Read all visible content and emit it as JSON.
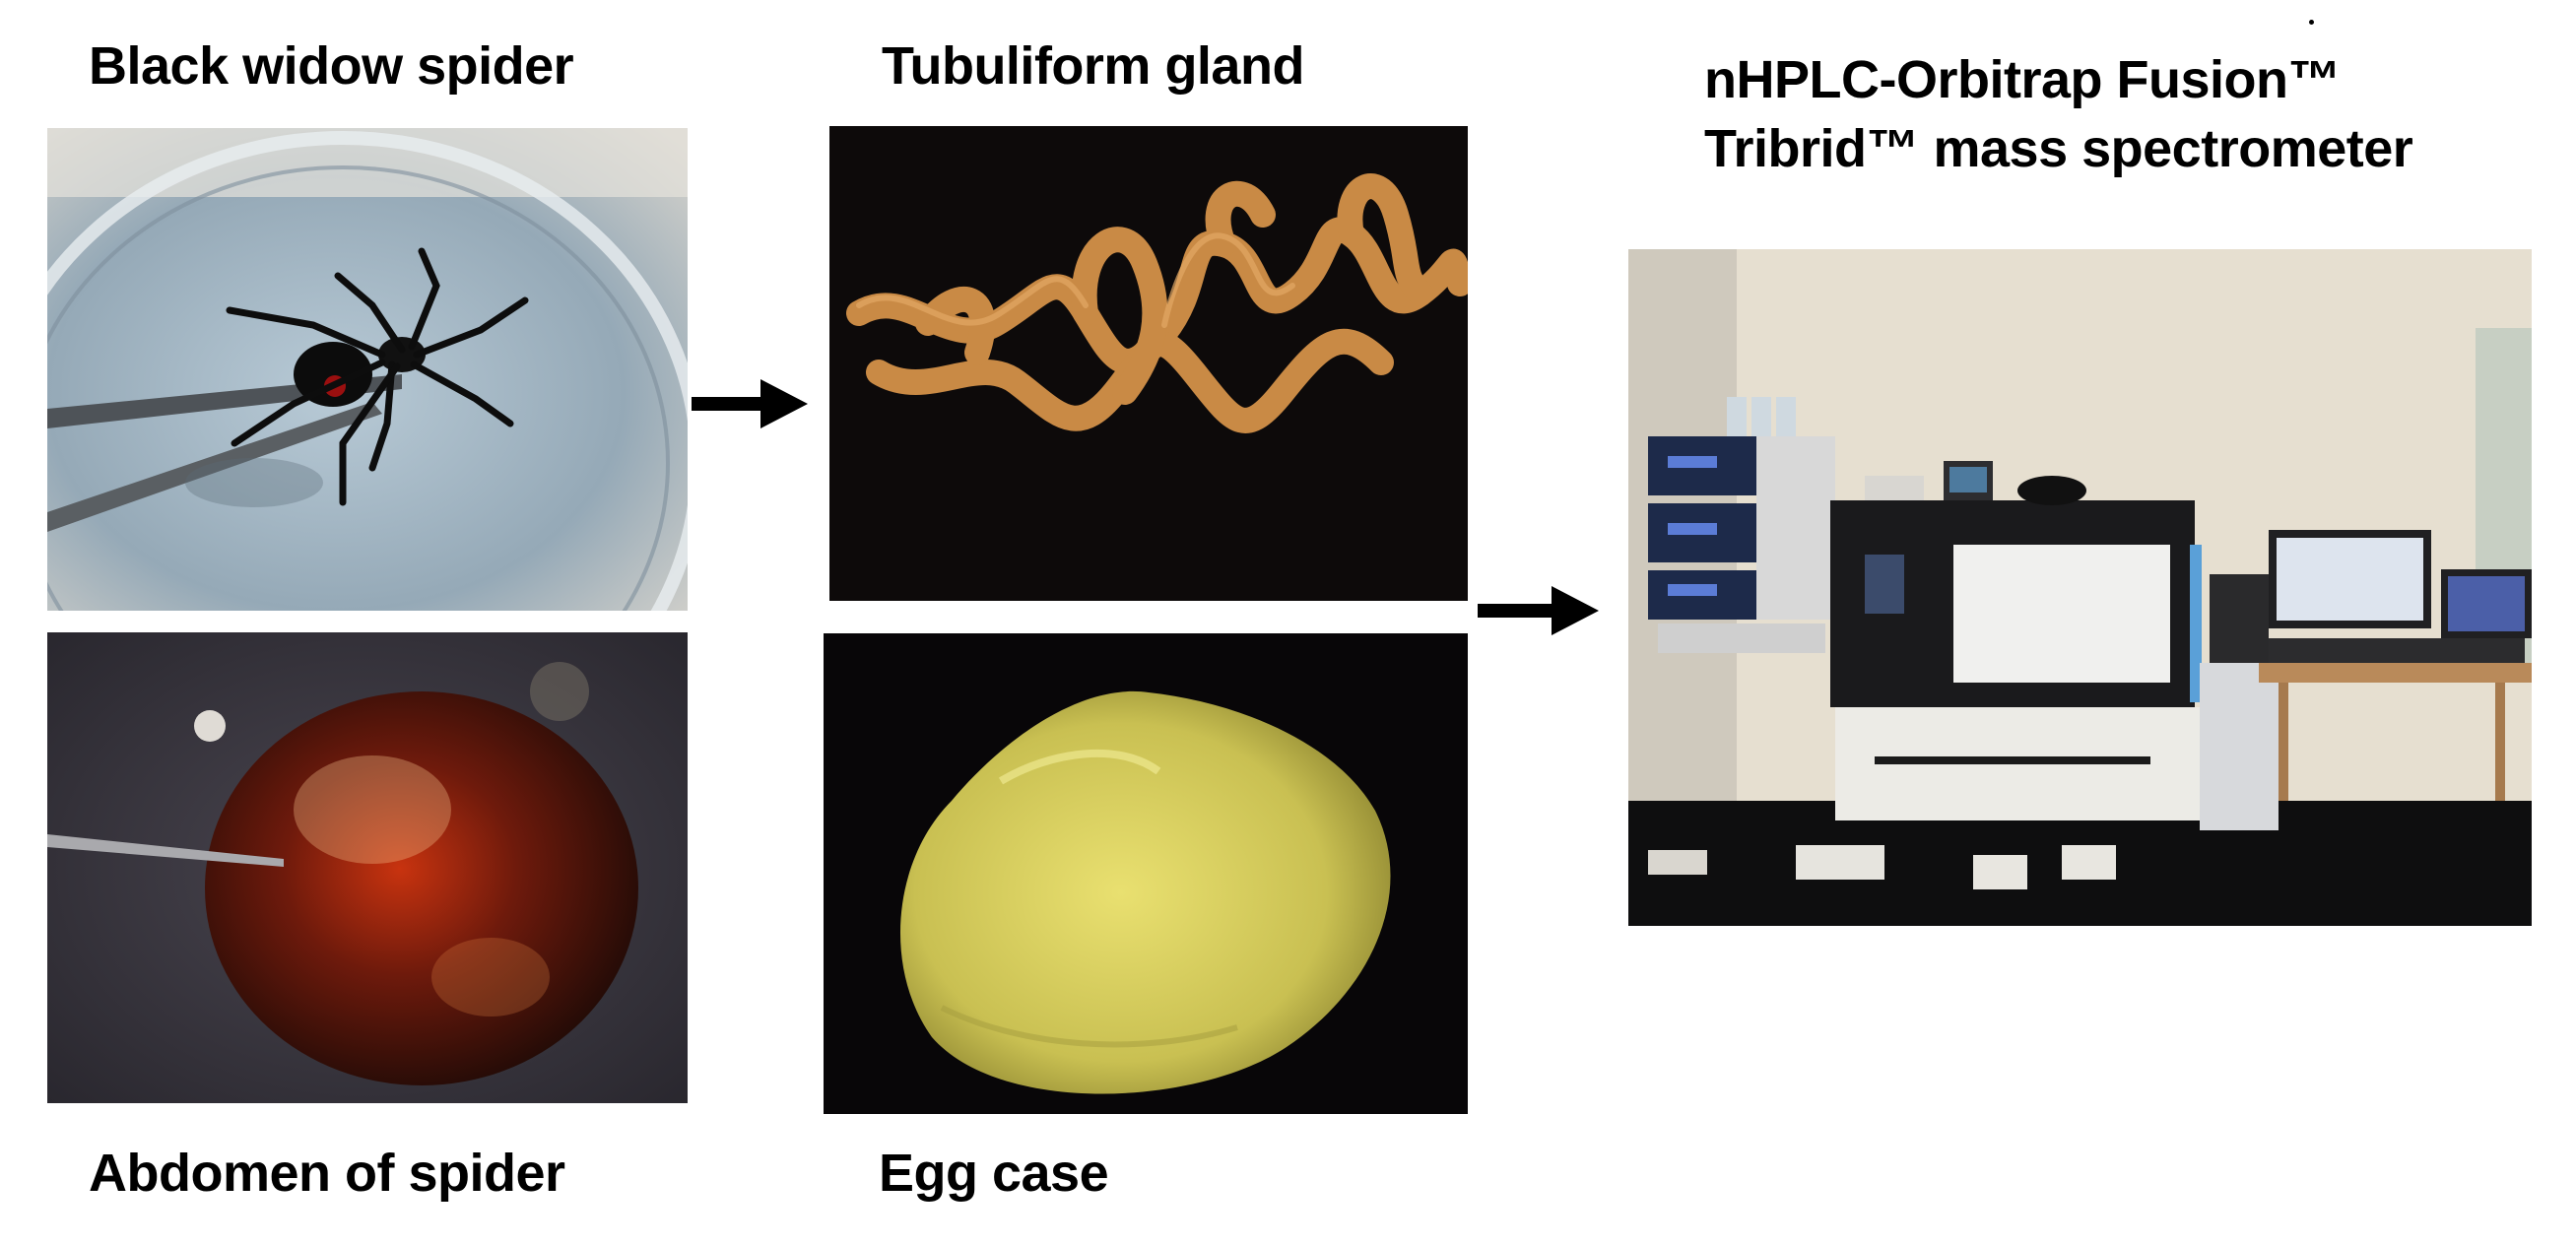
{
  "labels": {
    "spider": "Black widow spider",
    "gland": "Tubuliform gland",
    "instrument_line1": "nHPLC-Orbitrap Fusion™",
    "instrument_line2": "Tribrid™ mass spectrometer",
    "abdomen": "Abdomen of spider",
    "egg_case": "Egg case"
  },
  "colors": {
    "text": "#000000",
    "arrow": "#000000",
    "gland": "#c98a45",
    "egg_case": "#d8d060",
    "abdomen": "#4a1208",
    "background": "#ffffff"
  },
  "photos": [
    {
      "id": "spider",
      "depicts": "black widow spider in petri dish held by forceps"
    },
    {
      "id": "gland",
      "depicts": "orange coiled tubuliform silk gland on black background"
    },
    {
      "id": "abdomen",
      "depicts": "glossy dark red spider abdomen pierced by needle"
    },
    {
      "id": "egg_case",
      "depicts": "yellow spider egg case on black background"
    },
    {
      "id": "instrument",
      "depicts": "laboratory with HPLC stack, mass spectrometer and computer monitors"
    }
  ]
}
